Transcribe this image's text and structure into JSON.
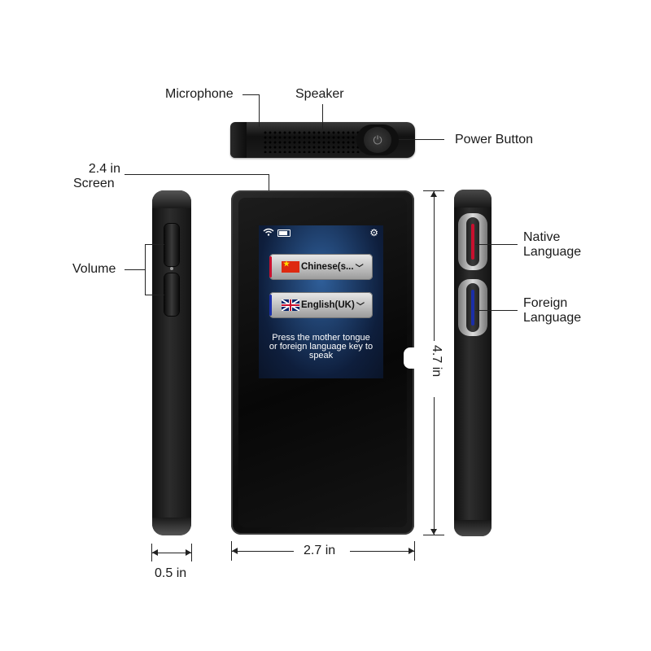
{
  "labels": {
    "microphone": "Microphone",
    "speaker": "Speaker",
    "power_button": "Power Button",
    "screen_size_line1": "2.4 in",
    "screen_size_line2": "Screen",
    "volume": "Volume",
    "native_language_line1": "Native",
    "native_language_line2": "Language",
    "foreign_language_line1": "Foreign",
    "foreign_language_line2": "Language"
  },
  "dimensions": {
    "height": "4.7 in",
    "width": "2.7 in",
    "depth": "0.5 in"
  },
  "screen": {
    "native_language": "Chinese(s...",
    "foreign_language": "English(UK)",
    "hint_line1": "Press the mother tongue",
    "hint_line2": "or foreign language key to",
    "hint_line3": "speak"
  },
  "colors": {
    "native_key_accent": "#c8102e",
    "foreign_key_accent": "#1a2ea8"
  },
  "icons": [
    "wifi-icon",
    "battery-icon",
    "gear-icon",
    "power-icon",
    "chevron-down-icon"
  ]
}
